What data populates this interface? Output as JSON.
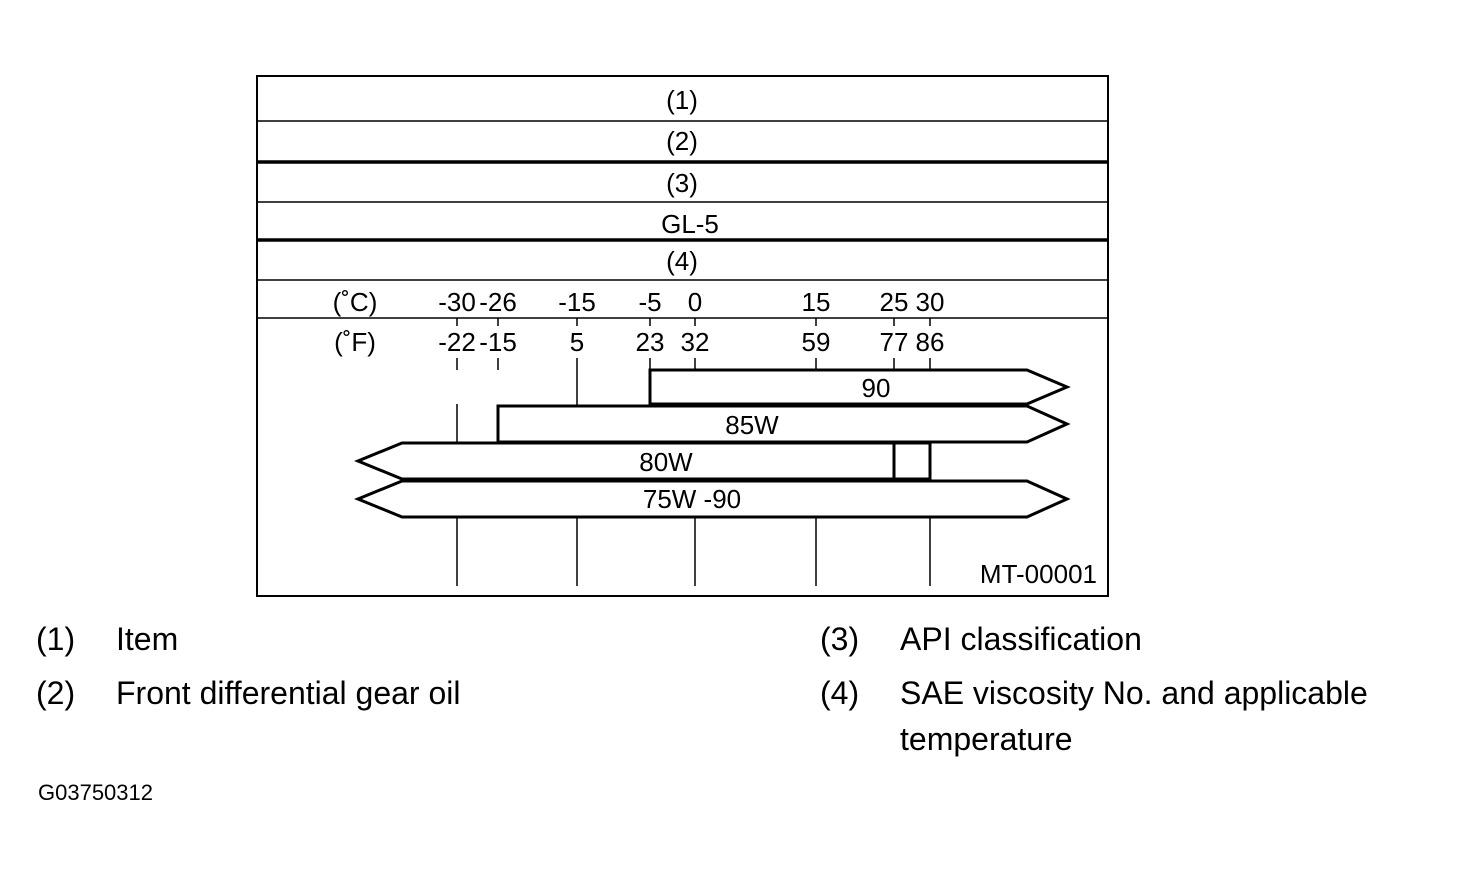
{
  "table": {
    "row1_label": "(1)",
    "row2_label": "(2)",
    "row3_label": "(3)",
    "api_value": "GL-5",
    "row4_label": "(4)"
  },
  "scale": {
    "celsius_unit": "(˚C)",
    "fahrenheit_unit": "(˚F)",
    "celsius_ticks": [
      "-30",
      "-26",
      "-15",
      "-5",
      "0",
      "15",
      "25",
      "30"
    ],
    "fahrenheit_ticks": [
      "-22",
      "-15",
      "5",
      "23",
      "32",
      "59",
      "77",
      "86"
    ]
  },
  "oils": [
    {
      "label": "90",
      "from_c": -5,
      "to_c": null,
      "open_low": false,
      "open_high": true
    },
    {
      "label": "85W",
      "from_c": -26,
      "to_c": null,
      "open_low": false,
      "open_high": true
    },
    {
      "label": "80W",
      "from_c": null,
      "to_c": 30,
      "open_low": true,
      "open_high": false,
      "secondary_stop_c": 25
    },
    {
      "label": "75W -90",
      "from_c": null,
      "to_c": null,
      "open_low": true,
      "open_high": true
    }
  ],
  "diagram_code": "MT-00001",
  "legend": [
    {
      "num": "(1)",
      "text": "Item"
    },
    {
      "num": "(2)",
      "text": "Front differential gear oil"
    },
    {
      "num": "(3)",
      "text": "API classification"
    },
    {
      "num": "(4)",
      "text": "SAE viscosity No. and applicable temperature"
    }
  ],
  "figure_code": "G03750312"
}
